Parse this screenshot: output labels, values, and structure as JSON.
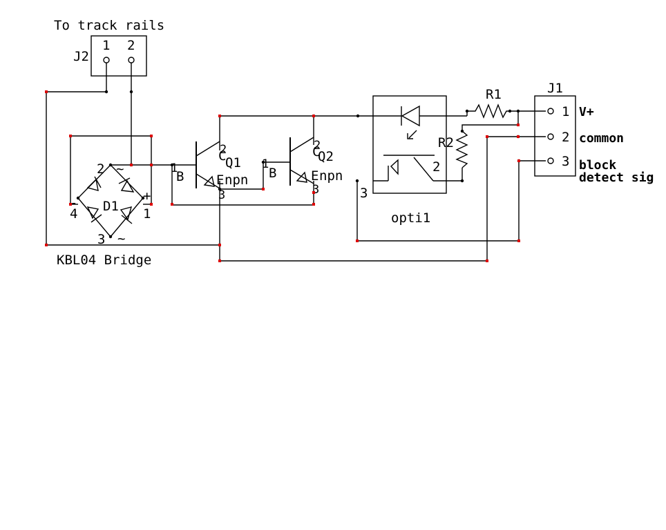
{
  "title_top": "To track rails",
  "j2": {
    "ref": "J2",
    "pin1": "1",
    "pin2": "2"
  },
  "bridge": {
    "ref": "D1",
    "part": "KBL04 Bridge",
    "pin1": "1",
    "pin2": "2",
    "pin3": "3",
    "pin4": "4",
    "plus": "+",
    "minus": "-",
    "ac_a": "~",
    "ac_b": "~"
  },
  "q1": {
    "ref": "Q1",
    "type": "npn",
    "b": "B",
    "c": "C",
    "e": "E",
    "b_num": "1",
    "c_num": "2",
    "e_num": "3"
  },
  "q2": {
    "ref": "Q2",
    "type": "npn",
    "b": "B",
    "c": "C",
    "e": "E",
    "b_num": "1",
    "c_num": "2",
    "e_num": "3"
  },
  "opto": {
    "ref": "opti1",
    "pin2": "2",
    "pin3": "3"
  },
  "r1": {
    "ref": "R1"
  },
  "r2": {
    "ref": "R2"
  },
  "j1": {
    "ref": "J1",
    "pins": [
      {
        "num": "1",
        "label": "V+"
      },
      {
        "num": "2",
        "label": "common"
      },
      {
        "num": "3",
        "label": "block",
        "label2": "detect sig"
      }
    ]
  }
}
